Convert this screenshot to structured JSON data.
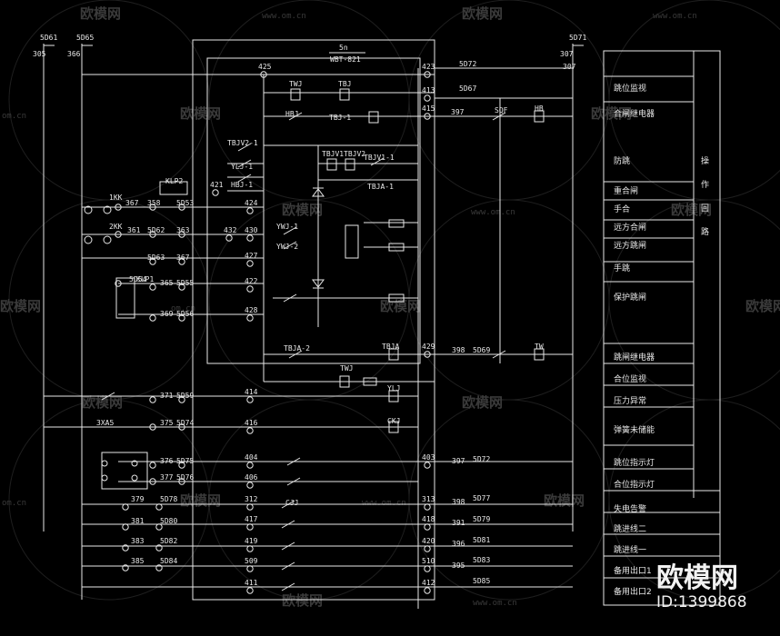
{
  "watermark": {
    "brand": "欧模网",
    "url": "www.om.cn",
    "url_short": "om.cn",
    "big": "欧模网",
    "id": "ID:1399868"
  },
  "header": {
    "ref1": "5n",
    "ref2": "WBT-821"
  },
  "bus_labels": [
    "5D61",
    "305",
    "5D65",
    "366",
    "5D71",
    "307"
  ],
  "left_terms": [
    "367",
    "358",
    "5D53",
    "361",
    "5D62",
    "363",
    "5D63",
    "367",
    "5D54",
    "365",
    "5D55",
    "369",
    "5D56",
    "371",
    "5D59",
    "375",
    "5D74",
    "376",
    "5D75",
    "377",
    "5D76",
    "379",
    "5D78",
    "381",
    "5D80",
    "383",
    "5D82",
    "385",
    "5D84"
  ],
  "mid_terms": [
    "425",
    "421",
    "424",
    "432",
    "430",
    "427",
    "422",
    "428",
    "414",
    "416",
    "404",
    "406",
    "312",
    "417",
    "419",
    "509",
    "411"
  ],
  "right_terms": [
    "423",
    "413",
    "415",
    "429",
    "403",
    "313",
    "418",
    "420",
    "510",
    "412"
  ],
  "out_terms": [
    "5D72",
    "5D67",
    "397",
    "5D69",
    "398",
    "307",
    "5D72",
    "397",
    "5D77",
    "398",
    "5D79",
    "391",
    "5D81",
    "396",
    "5D83",
    "395",
    "5D85"
  ],
  "relays": [
    "TWJ",
    "TBJ",
    "TBJV1",
    "TBJV2",
    "TBJV1-1",
    "TBJA-1",
    "TBJV2-1",
    "YLJ-1",
    "HBJ-1",
    "HBJ",
    "YWJ-1",
    "YWJ-2",
    "TBJA",
    "TBJA-2",
    "TWJ",
    "YLJ",
    "CKJ",
    "CJJ",
    "HB",
    "TW",
    "SQF",
    "TBJ-1"
  ],
  "switch_labels": [
    "1KK",
    "2KK",
    "KLP2",
    "KLP1",
    "3XA5"
  ],
  "table_rows": [
    "跳位监视",
    "合闸继电器",
    "防跳",
    "重合闸",
    "手合",
    "远方合闸",
    "远方跳闸",
    "手跳",
    "保护跳闸",
    "跳闸继电器",
    "合位监视",
    "压力异常",
    "弹簧未储能",
    "跳位指示灯",
    "合位指示灯",
    "失电告警",
    "跳进线二",
    "跳进线一",
    "备用出口1",
    "备用出口2"
  ],
  "table_group": [
    "操",
    "作",
    "回",
    "路"
  ]
}
